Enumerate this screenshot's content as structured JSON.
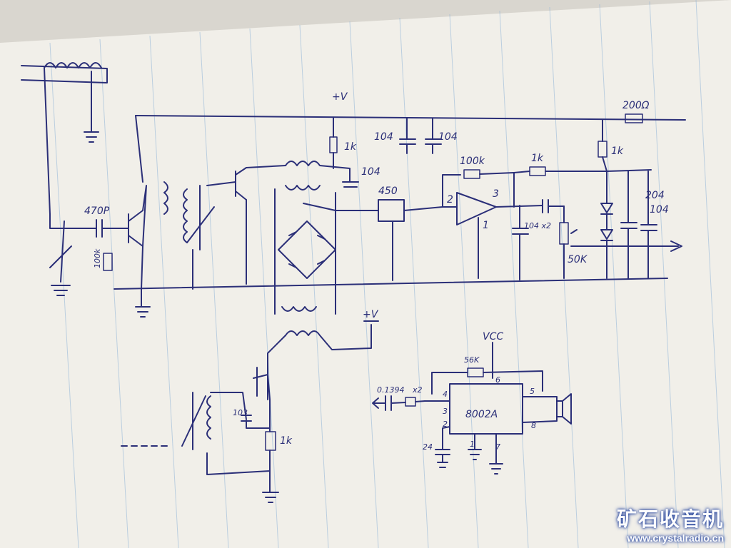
{
  "labels": {
    "supply_top": "+V",
    "r_200": "200Ω",
    "r_1k_a": "1k",
    "c_104_a": "104",
    "c_104_b": "104",
    "r_1k_b": "1k",
    "c_104_c": "104",
    "r_100k_fb": "100k",
    "r_1k_c": "1k",
    "c_204": "204",
    "c_104_d": "104",
    "c_470p": "470P",
    "r_100k_in": "100k",
    "filter_450": "450",
    "opamp_pin2": "2",
    "opamp_pin3": "3",
    "opamp_pin1": "1",
    "c_104x2": "104 x2",
    "pot_50k": "50K",
    "supply_osc": "+V",
    "c_103": "103",
    "r_1k_osc": "1k",
    "vcc": "VCC",
    "r_56k": "56K",
    "c_input": "0.1394",
    "r_input": "x2",
    "ic_name": "8002A",
    "ic_pin6": "6",
    "ic_pin4": "4",
    "ic_pin5": "5",
    "ic_pin3": "3",
    "ic_pin2": "2",
    "ic_pin8": "8",
    "ic_pin1": "1",
    "ic_pin7": "7",
    "c_ic": "24"
  },
  "watermark": {
    "title": "矿石收音机",
    "url": "www.crystalradio.cn"
  },
  "colors": {
    "ink": "#2b2f78",
    "paper": "#f1efe9",
    "rule": "#8fb4d8"
  }
}
